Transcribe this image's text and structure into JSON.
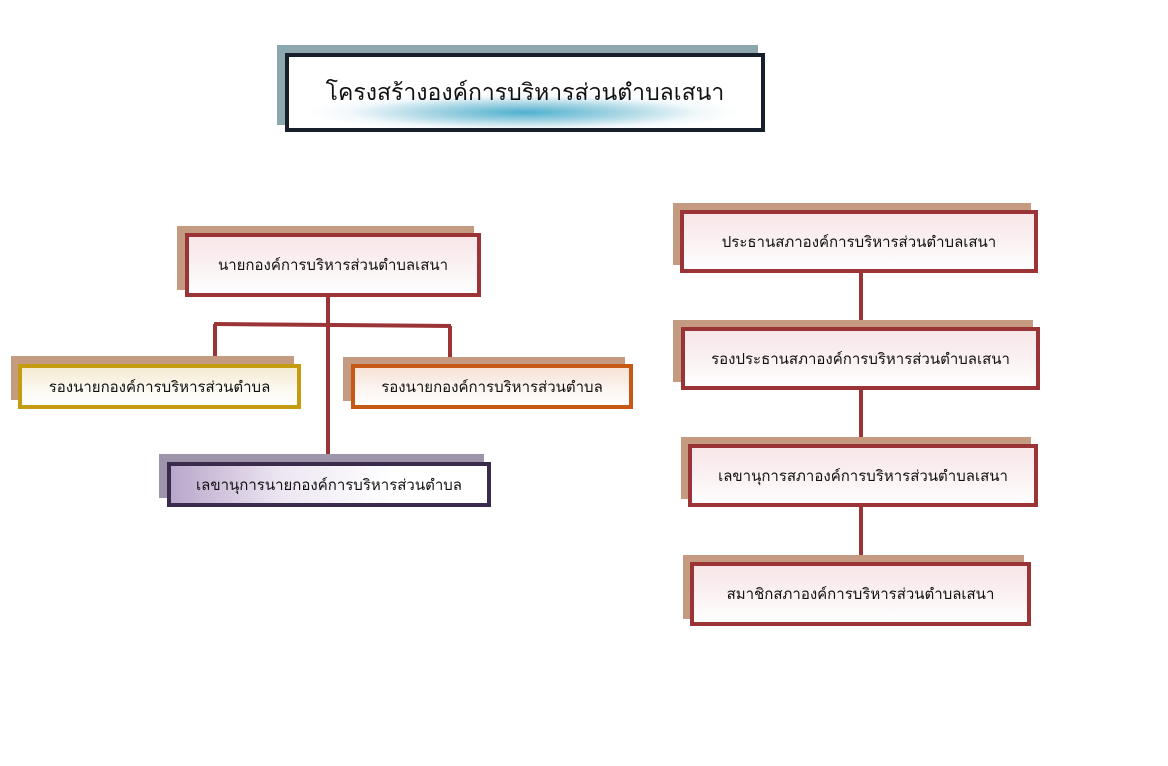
{
  "diagram": {
    "title": "โครงสร้างองค์การบริหารส่วนตำบลเสนา",
    "left_tree": {
      "mayor": "นายกองค์การบริหารส่วนตำบลเสนา",
      "deputy_mayor_1": "รองนายกองค์การบริหารส่วนตำบล",
      "deputy_mayor_2": "รองนายกองค์การบริหารส่วนตำบล",
      "mayor_secretary": "เลขานุการนายกองค์การบริหารส่วนตำบล"
    },
    "right_tree": {
      "council_president": "ประธานสภาองค์การบริหารส่วนตำบลเสนา",
      "council_vice_president": "รองประธานสภาองค์การบริหารส่วนตำบลเสนา",
      "council_secretary": "เลขานุการสภาองค์การบริหารส่วนตำบลเสนา",
      "council_members": "สมาชิกสภาองค์การบริหารส่วนตำบลเสนา"
    }
  },
  "colors": {
    "box_border_red": "#9b3436",
    "shadow_tan": "#c49a80",
    "gold_border": "#c59c10",
    "orange_border": "#c65a15",
    "purple_border": "#3a2b4c",
    "title_border": "#17202a",
    "title_glow": "#4fb0cf"
  }
}
